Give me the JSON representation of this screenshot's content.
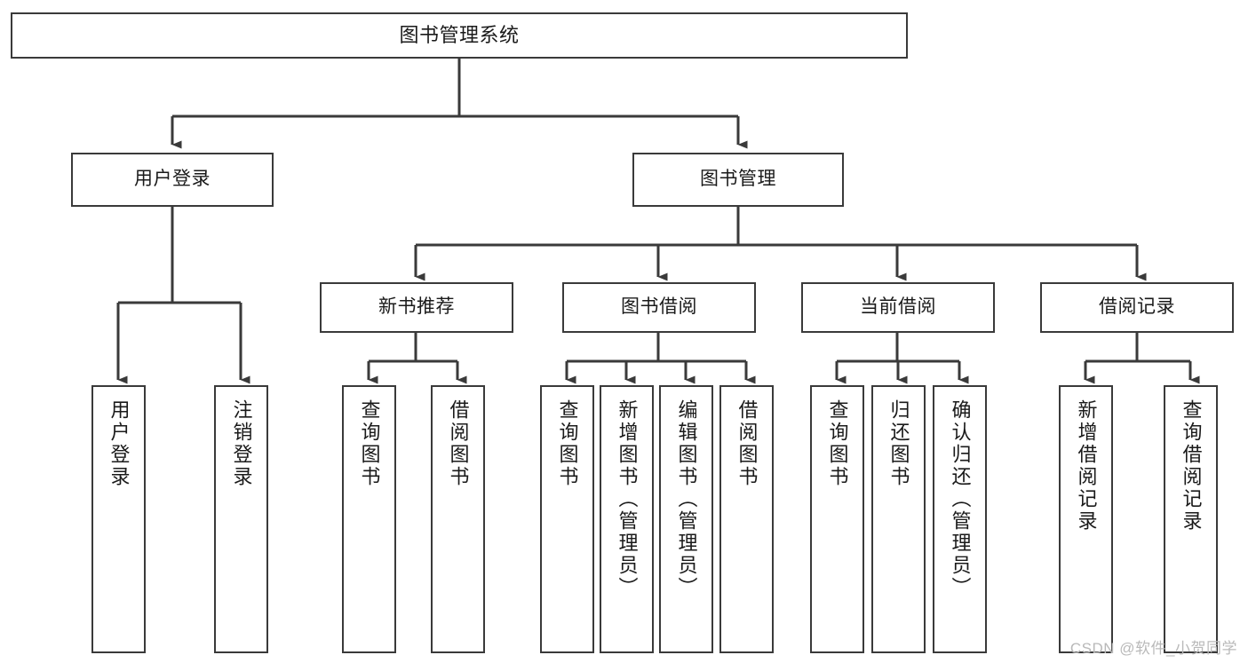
{
  "diagram": {
    "title": "图书管理系统",
    "watermark": "CSDN @软件_小贺同学",
    "colors": {
      "stroke": "#3a3a3a",
      "fill": "#ffffff",
      "text": "#1a1a1a",
      "watermark": "#b9b9b9"
    },
    "levels": {
      "root": {
        "label": "图书管理系统"
      },
      "level1": [
        {
          "id": "user-login",
          "label": "用户登录"
        },
        {
          "id": "book-management",
          "label": "图书管理"
        }
      ],
      "level2": [
        {
          "id": "new-book-recommend",
          "label": "新书推荐",
          "parent": "book-management"
        },
        {
          "id": "book-borrow",
          "label": "图书借阅",
          "parent": "book-management"
        },
        {
          "id": "current-borrow",
          "label": "当前借阅",
          "parent": "book-management"
        },
        {
          "id": "borrow-record",
          "label": "借阅记录",
          "parent": "book-management"
        }
      ],
      "leaves": [
        {
          "id": "leaf-user-login",
          "label": "用户登录",
          "parent": "user-login"
        },
        {
          "id": "leaf-logout-login",
          "label": "注销登录",
          "parent": "user-login"
        },
        {
          "id": "leaf-query-book-1",
          "label": "查询图书",
          "parent": "new-book-recommend"
        },
        {
          "id": "leaf-borrow-book-1",
          "label": "借阅图书",
          "parent": "new-book-recommend"
        },
        {
          "id": "leaf-query-book-2",
          "label": "查询图书",
          "parent": "book-borrow"
        },
        {
          "id": "leaf-add-book",
          "label": "新增图书（管理员）",
          "parent": "book-borrow"
        },
        {
          "id": "leaf-edit-book",
          "label": "编辑图书（管理员）",
          "parent": "book-borrow"
        },
        {
          "id": "leaf-borrow-book-2",
          "label": "借阅图书",
          "parent": "book-borrow"
        },
        {
          "id": "leaf-query-book-3",
          "label": "查询图书",
          "parent": "current-borrow"
        },
        {
          "id": "leaf-return-book",
          "label": "归还图书",
          "parent": "current-borrow"
        },
        {
          "id": "leaf-confirm-return",
          "label": "确认归还（管理员）",
          "parent": "current-borrow"
        },
        {
          "id": "leaf-add-record",
          "label": "新增借阅记录",
          "parent": "borrow-record"
        },
        {
          "id": "leaf-query-record",
          "label": "查询借阅记录",
          "parent": "borrow-record"
        }
      ]
    }
  }
}
